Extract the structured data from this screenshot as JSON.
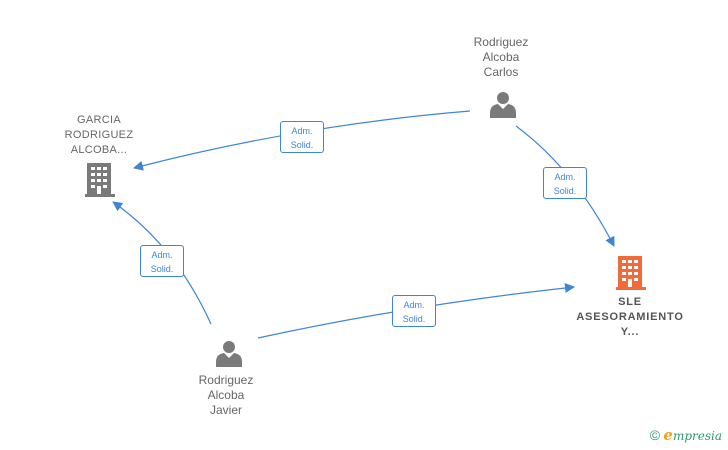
{
  "nodes": {
    "carlos": {
      "lines": [
        "Rodriguez",
        "Alcoba",
        "Carlos"
      ],
      "icon": "person-icon"
    },
    "garcia": {
      "lines": [
        "GARCIA",
        "RODRIGUEZ",
        "ALCOBA..."
      ],
      "icon": "building-icon"
    },
    "sle": {
      "lines": [
        "SLE",
        "ASESORAMIENTO",
        "Y..."
      ],
      "icon": "building-icon"
    },
    "javier": {
      "lines": [
        "Rodriguez",
        "Alcoba",
        "Javier"
      ],
      "icon": "person-icon"
    }
  },
  "edges": [
    {
      "id": "carlos-garcia",
      "label": [
        "Adm.",
        "Solid."
      ]
    },
    {
      "id": "carlos-sle",
      "label": [
        "Adm.",
        "Solid."
      ]
    },
    {
      "id": "javier-garcia",
      "label": [
        "Adm.",
        "Solid."
      ]
    },
    {
      "id": "javier-sle",
      "label": [
        "Adm.",
        "Solid."
      ]
    }
  ],
  "footer": {
    "copyright": "©",
    "brand_initial": "e",
    "brand_rest": "mpresia"
  },
  "colors": {
    "edge": "#3d85d6",
    "person": "#7a7a7a",
    "company": "#7a7a7a",
    "focus_company": "#f06a3a",
    "brand_green": "#2d9b6b",
    "brand_orange": "#f0a020"
  }
}
